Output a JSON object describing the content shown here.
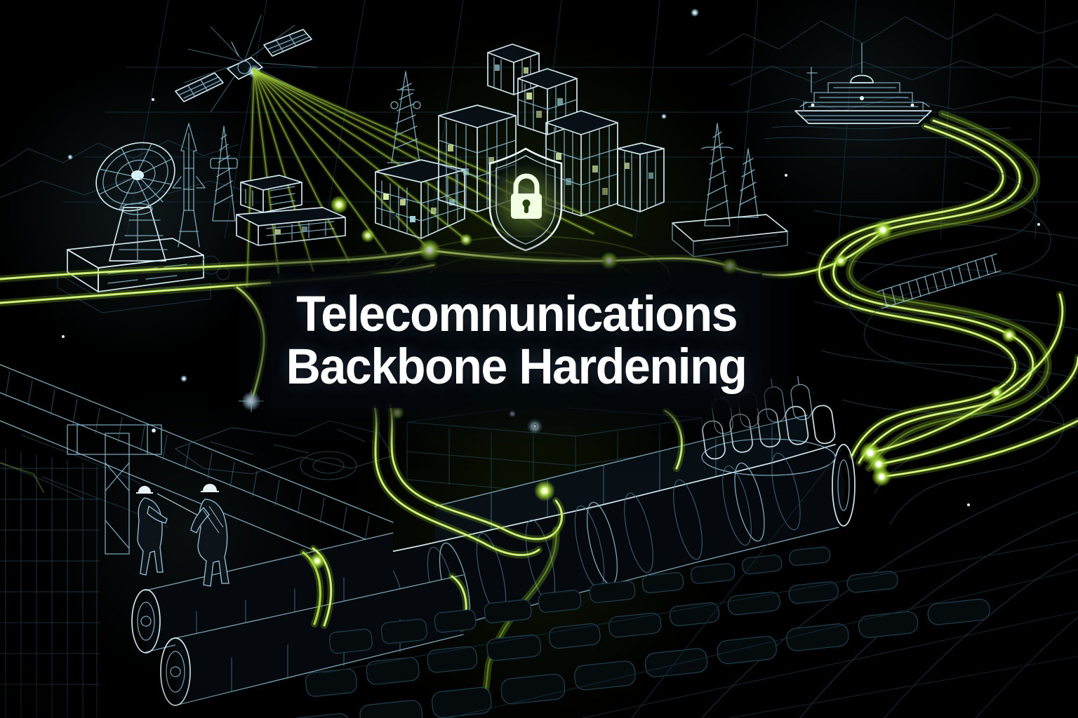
{
  "title": {
    "line1": "Telecomnunications",
    "line2": "Backbone Hardening"
  },
  "palette": {
    "background": "#000000",
    "fiber_green": "#b9e43e",
    "fiber_green_core": "#f1ffc9",
    "wireframe_cyan": "#8fc2d6",
    "wireframe_bright": "#dcf3fb",
    "node_glow_green": "#d9f57e",
    "spark_cyan": "#bfeaff",
    "title_color": "#ffffff",
    "banner_background": "#03070c"
  },
  "scene": {
    "style": "dark blueprint wireframe illustration with glowing fiber routes",
    "icons": [
      "satellite-icon",
      "signal-beam-icon",
      "satellite-dish-icon",
      "rocket-mast-icon",
      "lattice-tower-icon",
      "telecom-building-icon",
      "data-center-cluster-icon",
      "shield-lock-icon",
      "transmission-pylon-icon",
      "cable-ship-icon",
      "fiber-route-icon",
      "network-node-icon",
      "armored-cable-icon",
      "cable-manifold-icon",
      "maintenance-worker-icon",
      "cobblestone-ground-icon",
      "mountain-ridge-icon",
      "grid-overlay-icon"
    ]
  }
}
